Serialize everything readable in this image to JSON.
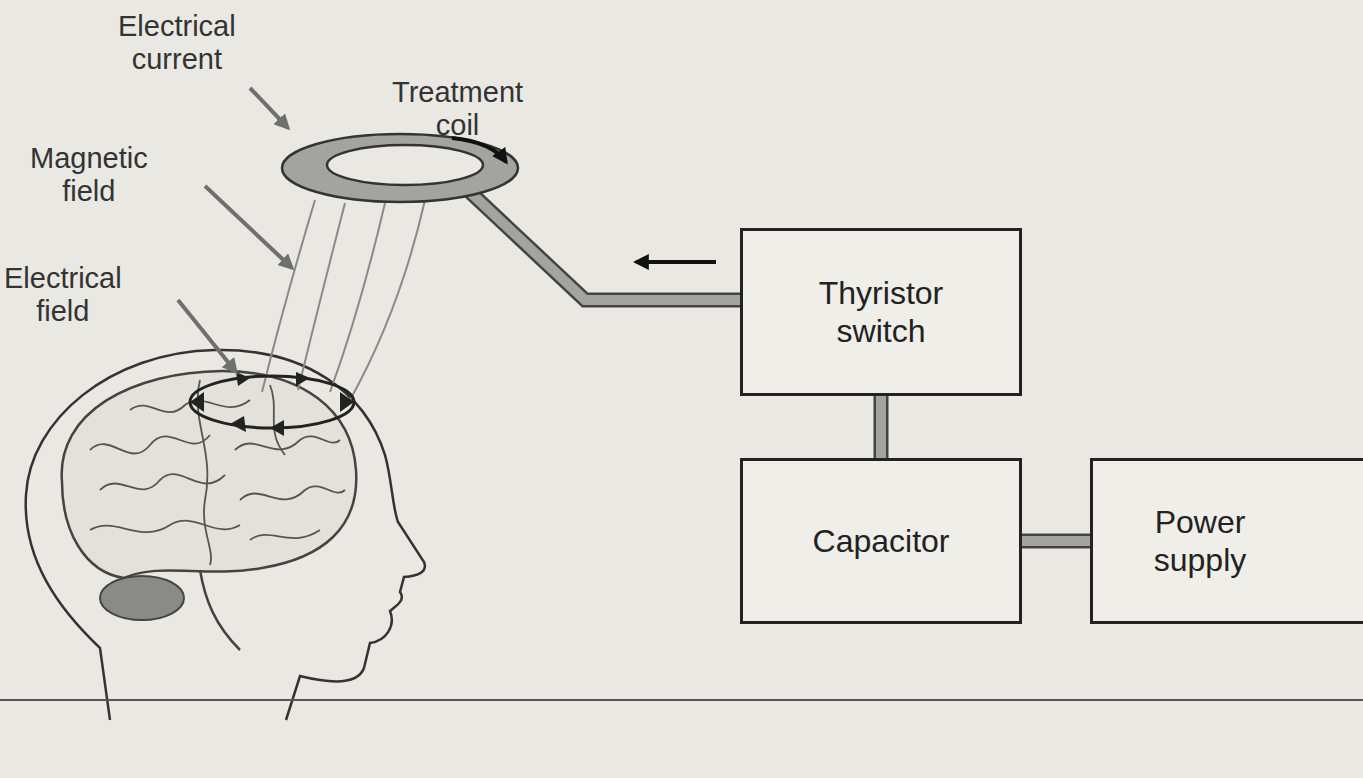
{
  "diagram": {
    "nodes": [
      {
        "text": [
          "Thyristor switch"
        ]
      },
      {
        "text": [
          "Capacitor"
        ]
      },
      {
        "text": [
          "Power supply"
        ]
      }
    ],
    "edges": [
      {
        "from": 0,
        "to": 1,
        "arrow": "none"
      },
      {
        "from": 2,
        "to": 1,
        "arrow": "none"
      }
    ],
    "labels": [
      "Electrical current",
      "Treatment coil",
      "Magnetic field",
      "Electrical field"
    ]
  }
}
